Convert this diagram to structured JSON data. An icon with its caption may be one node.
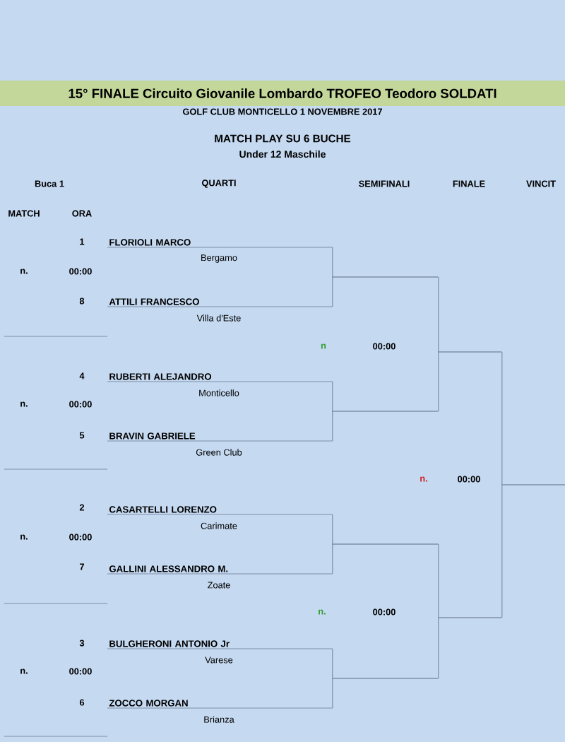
{
  "diagram": {
    "title": "15° FINALE  Circuito Giovanile Lombardo TROFEO Teodoro SOLDATI",
    "nodes": [
      {
        "text": [
          "FLORIOLI MARCO"
        ],
        "beside": [
          "Bergamo"
        ]
      },
      {
        "text": [
          "ATTILI FRANCESCO"
        ],
        "beside": [
          "Villa d'Este"
        ]
      },
      {
        "text": [
          "RUBERTI ALEJANDRO"
        ],
        "beside": [
          "Monticello"
        ]
      },
      {
        "text": [
          "BRAVIN GABRIELE"
        ],
        "beside": [
          "Green Club"
        ]
      },
      {
        "text": [
          "CASARTELLI LORENZO"
        ],
        "beside": [
          "Carimate"
        ]
      },
      {
        "text": [
          "GALLINI ALESSANDRO M."
        ],
        "beside": [
          "Zoate"
        ]
      },
      {
        "text": [
          "BULGHERONI ANTONIO Jr"
        ],
        "beside": [
          "Varese"
        ]
      },
      {
        "text": [
          "ZOCCO MORGAN"
        ],
        "beside": [
          "Brianza"
        ]
      },
      {
        "text": [],
        "shape": "line"
      },
      {
        "text": [],
        "shape": "line"
      },
      {
        "text": [],
        "shape": "line"
      },
      {
        "text": [],
        "shape": "line"
      },
      {
        "text": [],
        "shape": "line"
      },
      {
        "text": [],
        "shape": "line"
      },
      {
        "text": [],
        "shape": "line"
      }
    ],
    "edges": [
      {
        "from": 0,
        "to": 8,
        "arrow": "none"
      },
      {
        "from": 1,
        "to": 8,
        "arrow": "none"
      },
      {
        "from": 2,
        "to": 9,
        "arrow": "none"
      },
      {
        "from": 3,
        "to": 9,
        "arrow": "none"
      },
      {
        "from": 4,
        "to": 10,
        "arrow": "none"
      },
      {
        "from": 5,
        "to": 10,
        "arrow": "none"
      },
      {
        "from": 6,
        "to": 11,
        "arrow": "none"
      },
      {
        "from": 7,
        "to": 11,
        "arrow": "none"
      },
      {
        "from": 8,
        "to": 12,
        "arrow": "none"
      },
      {
        "from": 9,
        "to": 12,
        "arrow": "none"
      },
      {
        "from": 10,
        "to": 13,
        "arrow": "none"
      },
      {
        "from": 11,
        "to": 13,
        "arrow": "none"
      },
      {
        "from": 12,
        "to": 14,
        "arrow": "none"
      },
      {
        "from": 13,
        "to": 14,
        "arrow": "none"
      }
    ],
    "labels": [
      "GOLF CLUB MONTICELLO 1 NOVEMBRE 2017",
      "MATCH PLAY SU 6 BUCHE",
      "Under 12 Maschile",
      "Buca 1",
      "QUARTI",
      "SEMIFINALI",
      "FINALE",
      "VINCIT",
      "MATCH",
      "ORA",
      "1",
      "n.",
      "00:00",
      "8",
      "n",
      "00:00",
      "4",
      "n.",
      "00:00",
      "5",
      "n.",
      "00:00",
      "2",
      "n.",
      "00:00",
      "7",
      "n.",
      "00:00",
      "3",
      "n.",
      "00:00",
      "6"
    ]
  }
}
